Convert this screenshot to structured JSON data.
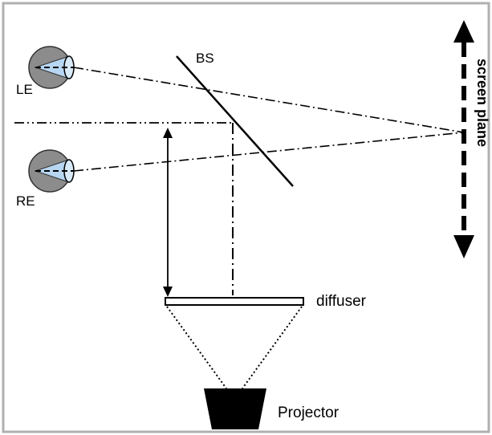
{
  "labels": {
    "left_eye": "LE",
    "right_eye": "RE",
    "beam_splitter": "BS",
    "screen_plane": "screen plane",
    "diffuser": "diffuser",
    "projector": "Projector"
  },
  "colors": {
    "frame": "#b0b0b0",
    "stroke": "#000000",
    "eye_ball": "#8c8c8c",
    "eye_cone": "#b7d6f2",
    "projector_body": "#000000"
  }
}
